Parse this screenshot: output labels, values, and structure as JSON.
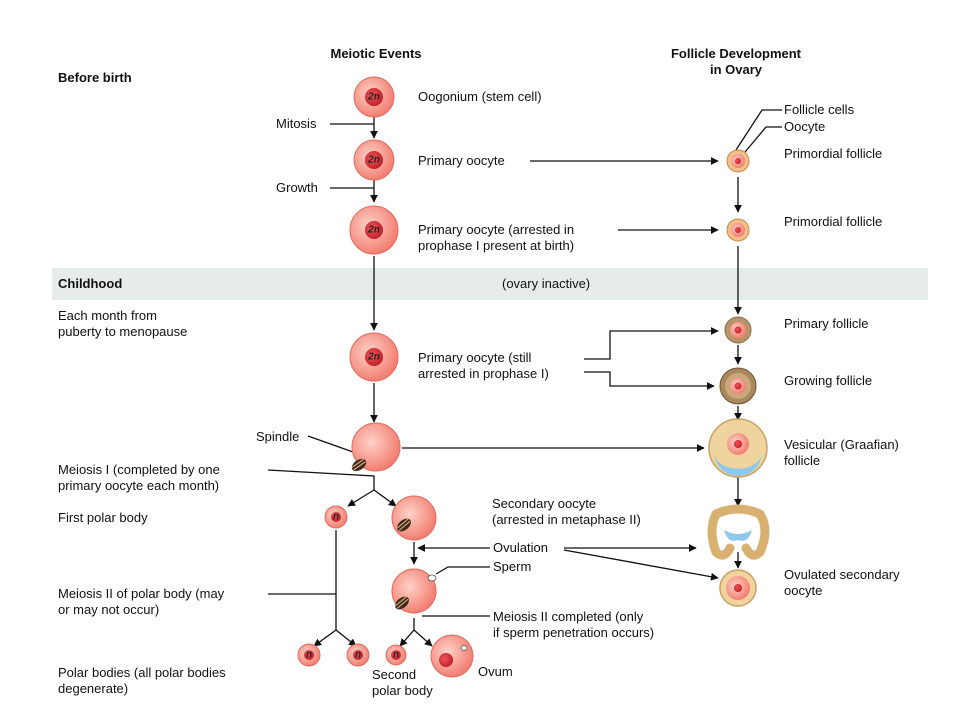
{
  "headers": {
    "meiotic": "Meiotic Events",
    "follicle": "Follicle Development\nin Ovary"
  },
  "stages": {
    "before_birth": "Before birth",
    "childhood": "Childhood",
    "each_month": "Each month from\npuberty to menopause",
    "ovary_inactive": "(ovary inactive)"
  },
  "processes": {
    "mitosis": "Mitosis",
    "growth": "Growth",
    "spindle": "Spindle",
    "meiosis1": "Meiosis I (completed by one\nprimary oocyte each month)",
    "meiosis2_polar": "Meiosis II of polar body (may\nor may not occur)",
    "ovulation": "Ovulation",
    "sperm": "Sperm",
    "meiosis2_completed": "Meiosis II completed (only\nif sperm penetration occurs)"
  },
  "cells": {
    "oogonium": "Oogonium (stem cell)",
    "primary_oocyte": "Primary oocyte",
    "primary_oocyte_arrested_birth": "Primary oocyte (arrested in\nprophase I present at birth)",
    "primary_oocyte_still_arrested": "Primary oocyte (still\narrested in prophase I)",
    "first_polar_body": "First polar body",
    "secondary_oocyte": "Secondary oocyte\n(arrested in metaphase II)",
    "polar_bodies": "Polar bodies (all polar bodies\ndegenerate)",
    "second_polar_body": "Second\npolar body",
    "ovum": "Ovum",
    "label_2n": "2n",
    "label_n": "n"
  },
  "follicles": {
    "follicle_cells": "Follicle cells",
    "oocyte": "Oocyte",
    "primordial_1": "Primordial follicle",
    "primordial_2": "Primordial follicle",
    "primary": "Primary follicle",
    "growing": "Growing follicle",
    "vesicular": "Vesicular (Graafian)\nfollicle",
    "ovulated": "Ovulated secondary\noocyte"
  },
  "colors": {
    "cell_fill": "#f69a8c",
    "nucleus_fill": "#d8323a",
    "follicle_ring": "#e8c88a",
    "antrum": "#8ec8ec",
    "band": "#e6ecec"
  }
}
